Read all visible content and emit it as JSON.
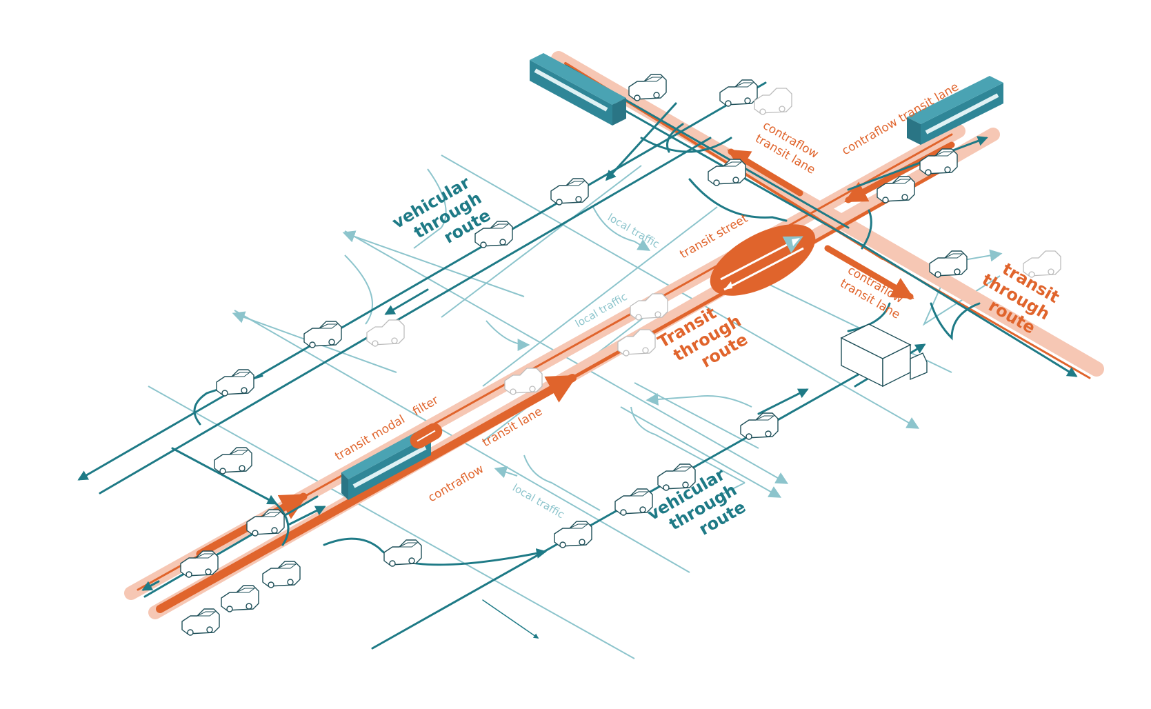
{
  "colors": {
    "teal": "#1e7a86",
    "teal_light": "#8cc4cc",
    "orange": "#e0642c",
    "orange_halo": "#f6c7b4",
    "bus_body": "#4aa3b3",
    "bus_roof": "#2f8697"
  },
  "labels": {
    "vehicular_route_1": [
      "vehicular",
      "through",
      "route"
    ],
    "vehicular_route_2": [
      "vehicular",
      "through",
      "route"
    ],
    "transit_route_main": [
      "Transit",
      "through",
      "route"
    ],
    "transit_route_right": [
      "transit",
      "through",
      "route"
    ],
    "contraflow_transit_lane_top": "contraflow transit lane",
    "contraflow_transit_lane_upper": [
      "contraflow",
      "transit lane"
    ],
    "contraflow_transit_lane_lower": [
      "contraflow",
      "transit lane"
    ],
    "transit_street": "transit street",
    "transit_modal_filter": [
      "transit modal",
      "filter"
    ],
    "contraflow_transit_lane_main": [
      "contraflow",
      "transit lane"
    ],
    "local_traffic_1": "local traffic",
    "local_traffic_2": "local traffic",
    "local_traffic_3": "local traffic"
  },
  "icons": [
    "bus-icon",
    "car-icon",
    "truck-icon",
    "arrow-icon",
    "modal-filter-icon"
  ]
}
